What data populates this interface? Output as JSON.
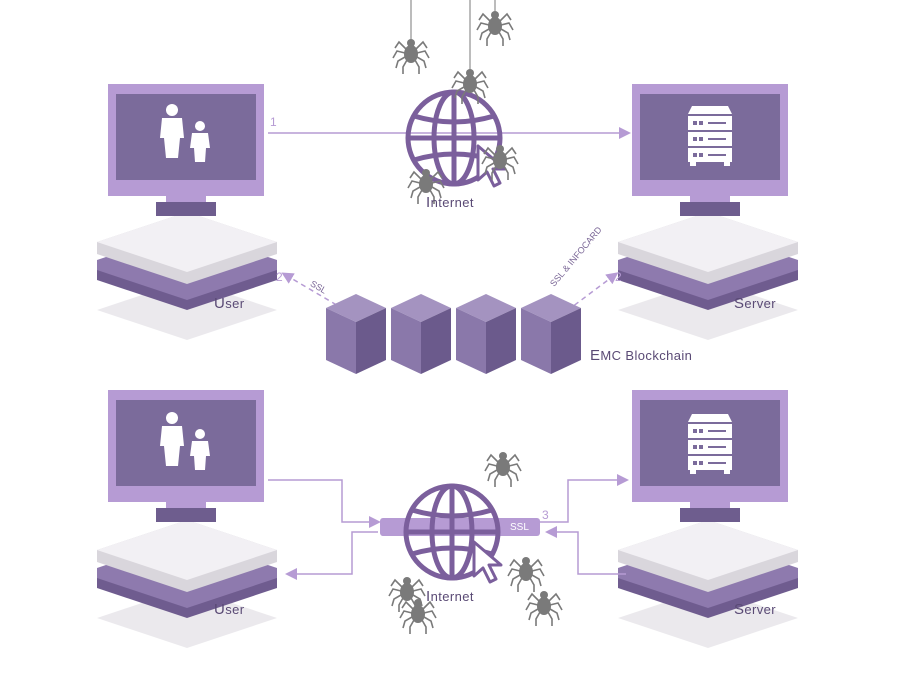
{
  "colors": {
    "frame": "#b69bd4",
    "screen": "#7b6b9b",
    "stand": "#6e5d8e",
    "base_top": "#f2f0f4",
    "base_mid": "#d9d6dc",
    "base_purple": "#8e7aae",
    "base_dark": "#6f5c8f",
    "base_shadow": "#e6e3e9",
    "cube_top": "#a493c0",
    "cube_left": "#8a78aa",
    "cube_right": "#6b5a8c",
    "globe": "#7b5f9c",
    "line": "#b69bd4",
    "spider": "#7a7a7a"
  },
  "top": {
    "user_label": "User",
    "server_label": "Server",
    "internet_label": "Internet",
    "blockchain_label": "EMC Blockchain",
    "step_1": "1",
    "step_2_left": "2",
    "step_2_right": "2",
    "ssl_left": "SSL",
    "ssl_right": "SSL & INFOCARD"
  },
  "bottom": {
    "user_label": "User",
    "server_label": "Server",
    "internet_label": "Internet",
    "step_3": "3",
    "ssl_label": "SSL"
  },
  "icons": {
    "user_icon": "people-icon",
    "server_icon": "server-rack-icon",
    "internet_icon": "globe-icon",
    "cursor_icon": "cursor-icon",
    "threat_icon": "spider-icon"
  }
}
